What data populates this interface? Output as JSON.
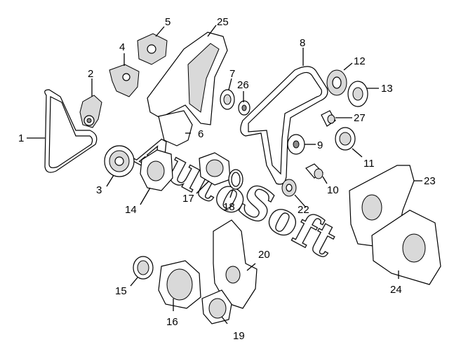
{
  "diagram": {
    "callouts": [
      "1",
      "2",
      "3",
      "4",
      "5",
      "6",
      "7",
      "8",
      "9",
      "10",
      "11",
      "12",
      "13",
      "14",
      "15",
      "16",
      "17",
      "18",
      "19",
      "20",
      "23",
      "24",
      "25",
      "26",
      "27",
      "22"
    ],
    "watermark": "AutoSoft",
    "colors": {
      "line": "#000000",
      "fill": "#ffffff",
      "shade": "#d9d9d9",
      "dark": "#8c8c8c"
    }
  }
}
